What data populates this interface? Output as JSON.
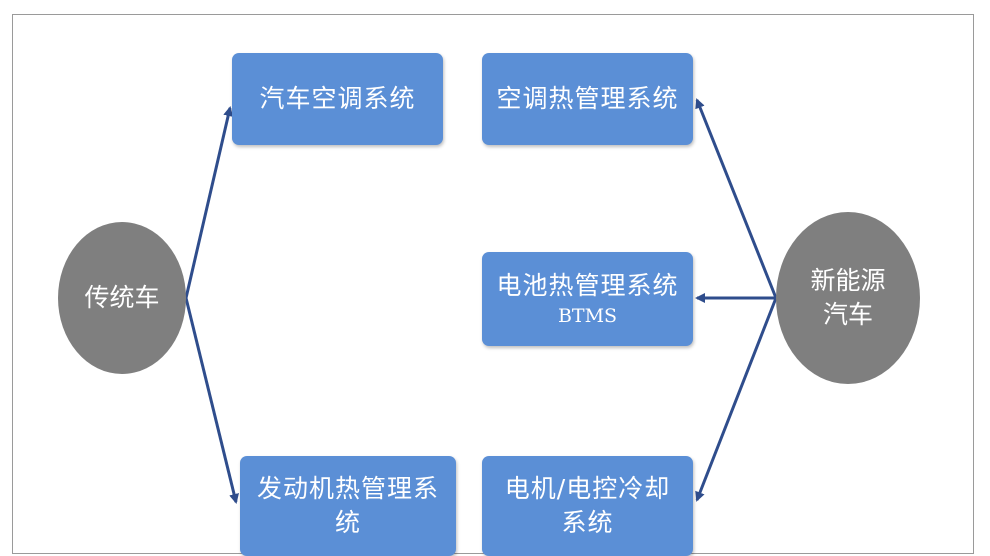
{
  "diagram": {
    "left_node": {
      "label": "传统车"
    },
    "right_node": {
      "lines": [
        "新能源",
        "汽车"
      ]
    },
    "boxes": {
      "car_ac": {
        "lines": [
          "汽车空调系统"
        ]
      },
      "engine_thermal": {
        "lines": [
          "发动机热管理系",
          "统"
        ]
      },
      "ac_thermal": {
        "lines": [
          "空调热管理系统"
        ]
      },
      "battery_thermal": {
        "lines": [
          "电池热管理系统"
        ],
        "sub": "BTMS"
      },
      "motor_cooling": {
        "lines": [
          "电机/电控冷却",
          "系统"
        ]
      }
    },
    "colors": {
      "box": "#5b8fd6",
      "circle": "#7f7f7f",
      "arrow": "#2f4d8c"
    }
  }
}
